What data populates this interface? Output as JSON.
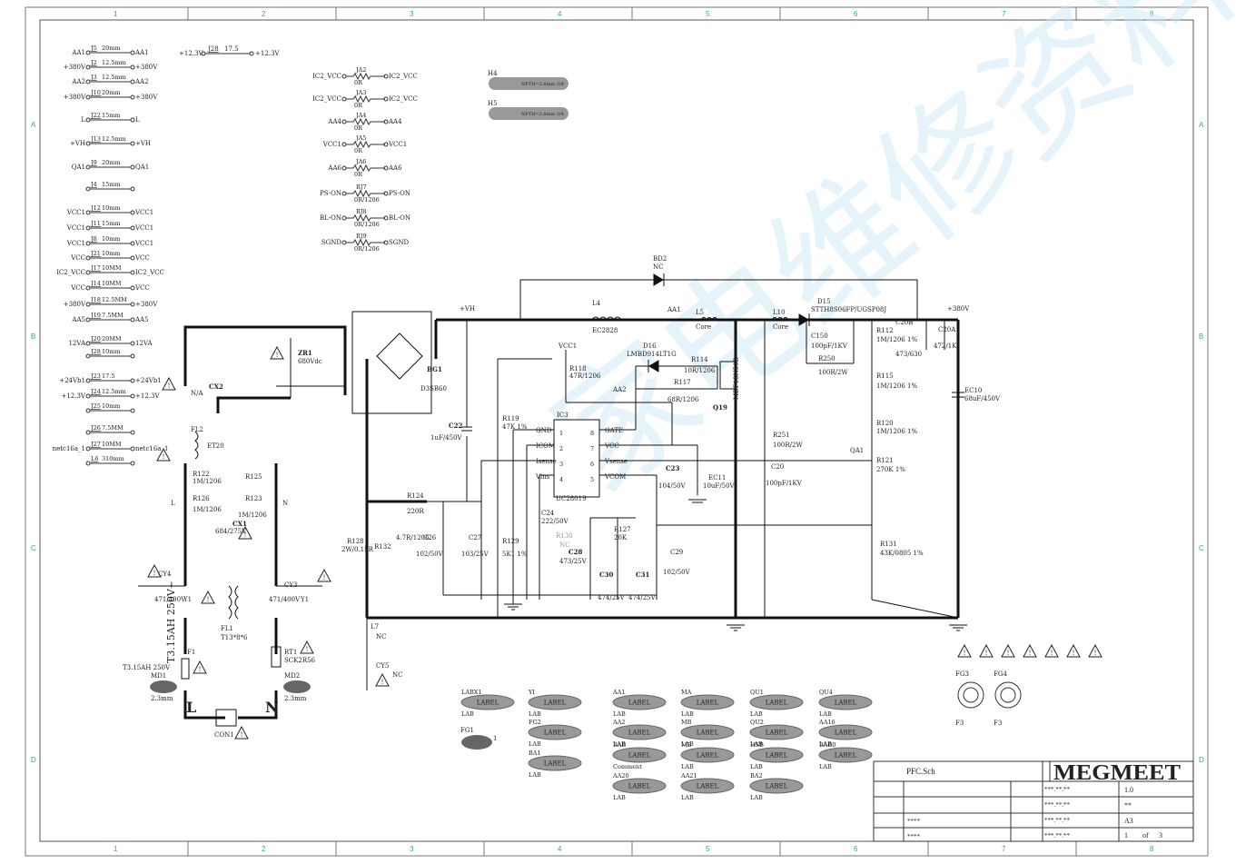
{
  "sheet": {
    "file_name": "PFC.Sch",
    "brand": "MEGMEET",
    "watermark": "家电维修资料网",
    "zone_cols": [
      "1",
      "2",
      "3",
      "4",
      "5",
      "6",
      "7",
      "8"
    ],
    "zone_rows": [
      "A",
      "B",
      "C",
      "D"
    ],
    "titleblock": {
      "rows": [
        {
          "left": "",
          "date": "***.**.**",
          "val": "1.0"
        },
        {
          "left": "",
          "date": "***.**.**",
          "val": "**"
        },
        {
          "left": "****",
          "date": "***.**.**",
          "val": "A3"
        },
        {
          "left": "****",
          "date": "***.**.**",
          "val": ""
        }
      ],
      "page_num": "1",
      "page_of": "of",
      "page_total": "3"
    }
  },
  "jumpers": [
    {
      "left": "AA1",
      "ref": "J5",
      "len": "20mm",
      "right": "AA1"
    },
    {
      "left": "+380V",
      "ref": "J2",
      "len": "12.5mm",
      "right": "+380V"
    },
    {
      "left": "AA2",
      "ref": "J3",
      "len": "12.5mm",
      "right": "AA2"
    },
    {
      "left": "+380V",
      "ref": "J10",
      "len": "20mm",
      "right": "+380V"
    },
    {
      "left": "L",
      "ref": "J22",
      "len": "15mm",
      "right": "L"
    },
    {
      "left": "+VH",
      "ref": "J13",
      "len": "12.5mm",
      "right": "+VH"
    },
    {
      "left": "QA1",
      "ref": "J9",
      "len": "20mm",
      "right": "QA1"
    },
    {
      "left": "",
      "ref": "J4",
      "len": "15mm",
      "right": ""
    },
    {
      "left": "VCC1",
      "ref": "J12",
      "len": "10mm",
      "right": "VCC1"
    },
    {
      "left": "VCC1",
      "ref": "J11",
      "len": "15mm",
      "right": "VCC1"
    },
    {
      "left": "VCC1",
      "ref": "J8",
      "len": "10mm",
      "right": "VCC1"
    },
    {
      "left": "VCC",
      "ref": "J21",
      "len": "10mm",
      "right": "VCC"
    },
    {
      "left": "IC2_VCC",
      "ref": "J17",
      "len": "10MM",
      "right": "IC2_VCC"
    },
    {
      "left": "VCC",
      "ref": "J14",
      "len": "10MM",
      "right": "VCC"
    },
    {
      "left": "+380V",
      "ref": "J18",
      "len": "12.5MM",
      "right": "+380V"
    },
    {
      "left": "AA5",
      "ref": "J19",
      "len": "7.5MM",
      "right": "AA5"
    },
    {
      "left": "12VA",
      "ref": "J20",
      "len": "20MM",
      "right": "12VA"
    },
    {
      "left": "",
      "ref": "J28",
      "len": "10mm",
      "right": ""
    },
    {
      "left": "+24Vb1",
      "ref": "J23",
      "len": "17.5",
      "right": "+24Vb1"
    },
    {
      "left": "+12.3V",
      "ref": "J24",
      "len": "12.5mm",
      "right": "+12.3V"
    },
    {
      "left": "",
      "ref": "J25",
      "len": "10mm",
      "right": ""
    },
    {
      "left": "",
      "ref": "J26",
      "len": "7.5MM",
      "right": ""
    },
    {
      "left": "netc16a_1",
      "ref": "J27",
      "len": "10MM",
      "right": "netc16a_1"
    },
    {
      "left": "",
      "ref": "L6",
      "len": "310mm",
      "right": ""
    }
  ],
  "j28": {
    "left": "+12.3V",
    "ref": "J28",
    "len": "17.5",
    "right": "+12.3V"
  },
  "zero_ohm": [
    {
      "left": "IC2_VCC",
      "ref": "JA2",
      "val": "0R",
      "right": "IC2_VCC"
    },
    {
      "left": "IC2_VCC",
      "ref": "JA3",
      "val": "0R",
      "right": "IC2_VCC"
    },
    {
      "left": "AA4",
      "ref": "JA4",
      "val": "0R",
      "right": "AA4"
    },
    {
      "left": "VCC1",
      "ref": "JA5",
      "val": "0R",
      "right": "VCC1"
    },
    {
      "left": "AA6",
      "ref": "JA6",
      "val": "0R",
      "right": "AA6"
    },
    {
      "left": "PS-ON",
      "ref": "RJ7",
      "val": "0R/1206",
      "right": "PS-ON"
    },
    {
      "left": "BL-ON",
      "ref": "RJ8",
      "val": "0R/1206",
      "right": "BL-ON"
    },
    {
      "left": "SGND",
      "ref": "RJ9",
      "val": "0R/1206",
      "right": "SGND"
    }
  ],
  "holes": [
    {
      "ref": "H4",
      "text": "NPTH=2.6mm 3/4"
    },
    {
      "ref": "H5",
      "text": "NPTH=2.6mm 3/4"
    }
  ],
  "labels_refdes": {
    "BD2": "BD2",
    "BD2v": "NC",
    "L4": "L4",
    "L4v": "EC2828",
    "L5": "L5",
    "L5v": "Core",
    "L10": "L10",
    "L10v": "Core",
    "D15": "D15",
    "D15v": "STTH8S06FP/UGSP08J",
    "D16": "D16",
    "D16v": "LMBD914LT1G",
    "AA1": "AA1",
    "VH": "+VH",
    "V380": "+380V",
    "VCC1": "VCC1",
    "AA2": "AA2",
    "QA1": "QA1",
    "BG1": "BG1",
    "BG1v": "D3SB60",
    "ZR1": "ZR1",
    "ZR1v": "680Vdc",
    "CX2": "CX2",
    "CX2v": "N/A",
    "FL2": "FL2",
    "FL2v": "ET20",
    "R122": "R122",
    "R122v": "1M/1206",
    "R125": "R125",
    "R126": "R126",
    "R126v": "1M/1206",
    "R123": "R123",
    "R123v": "1M/1206",
    "CX1": "CX1",
    "CX1v": "684/275V",
    "CY4": "CY4",
    "CY4v": "471/400V",
    "CY3": "CY3",
    "CY3v": "471/400V",
    "Y1a": "Y1",
    "Y1b": "Y1",
    "FL1": "FL1",
    "FL1v": "T13*8*6",
    "F1": "F1",
    "F1v": "T3.15AH 250V",
    "F1big": "T3.15AH 250V~",
    "RT1": "RT1",
    "RT1v": "SCK2R56",
    "MD1": "MD1",
    "MD2": "MD2",
    "MD1v": "2.3mm",
    "MD2v": "2.3mm",
    "CON1": "CON1",
    "Lmain": "L",
    "Nmain": "N",
    "Lnode": "L",
    "Nnode": "N",
    "C22": "C22",
    "C22v": "1uF/450V",
    "R128": "R128",
    "R128v": "2W/0.15R",
    "R132": "R132",
    "R132v": "4.7R/1206",
    "L7": "L7",
    "L7v": "NC",
    "CY5": "CY5",
    "CY5v": "NC",
    "R124": "R124",
    "R124v": "220R",
    "C26": "C26",
    "C26v": "102/50V",
    "C27": "C27",
    "C27v": "103/25V",
    "R129": "R129",
    "R129v": "5K1 1%",
    "R130": "R130",
    "R130v": "NC",
    "C24": "C24",
    "C24v": "222/50V",
    "C28": "C28",
    "C28v": "473/25V",
    "R127": "R127",
    "R127v": "20K",
    "C30": "C30",
    "C30v": "474/25V",
    "C31": "C31",
    "C31v": "474/25V",
    "C29": "C29",
    "C29v": "102/50V",
    "R119": "R119",
    "R119v": "47K 1%",
    "R118": "R118",
    "R118v": "47R/1206",
    "R114": "R114",
    "R114v": "10R/1206",
    "R117": "R117",
    "R117v": "68R/1206",
    "Q19": "Q19",
    "Q19v": "MDF13N50B",
    "IC3": "IC3",
    "IC3v": "UC28019",
    "C23": "C23",
    "C23v": "104/50V",
    "EC11": "EC11",
    "EC11v": "10uF/50V",
    "R251": "R251",
    "R251v": "100R/2W",
    "C20": "C20",
    "C20v": "100pF/1KV",
    "C150": "C150",
    "C150v": "100pF/1KV",
    "R250": "R250",
    "R250v": "100R/2W",
    "C20B": "C20B",
    "C20Bv": "473/630",
    "C20A": "C20A",
    "C20Av": "472/1K",
    "R112": "R112",
    "R112v": "1M/1206 1%",
    "R115": "R115",
    "R115v": "1M/1206 1%",
    "R120": "R120",
    "R120v": "1M/1206 1%",
    "R121": "R121",
    "R121v": "270K 1%",
    "R131": "R131",
    "R131v": "43K/0805 1%",
    "EC10": "EC10",
    "EC10v": "68uF/450V",
    "FG3": "FG3",
    "FG4": "FG4",
    "F3a": "F3",
    "F3b": "F3",
    "FG1": "FG1"
  },
  "ic_pins": [
    {
      "n": "1",
      "name": "GND"
    },
    {
      "n": "2",
      "name": "ICOM"
    },
    {
      "n": "3",
      "name": "Isense"
    },
    {
      "n": "4",
      "name": "Vins"
    },
    {
      "n": "8",
      "name": "GATE"
    },
    {
      "n": "7",
      "name": "VCC"
    },
    {
      "n": "6",
      "name": "Vsense"
    },
    {
      "n": "5",
      "name": "VCOM"
    }
  ],
  "label_pads": [
    {
      "top": "LABX1",
      "label": "LABEL",
      "bottom": "LAB"
    },
    {
      "top": "YI",
      "label": "LABEL",
      "bottom": "LAB"
    },
    {
      "top": "FG2",
      "label": "LABEL",
      "bottom": "LAB"
    },
    {
      "top": "BA1",
      "label": "LABEL",
      "bottom": "LAB"
    },
    {
      "top": "AA1",
      "label": "LABEL",
      "bottom": "LAB"
    },
    {
      "top": "AA2",
      "label": "LABEL",
      "bottom": "LAB"
    },
    {
      "top": "BAB",
      "label": "LABEL",
      "bottom": "Comment"
    },
    {
      "top": "AA20",
      "label": "LABEL",
      "bottom": "LAB"
    },
    {
      "top": "MA",
      "label": "LABEL",
      "bottom": "LAB"
    },
    {
      "top": "MB",
      "label": "LABEL",
      "bottom": "LAB"
    },
    {
      "top": "MB",
      "label": "LABEL",
      "bottom": "LAB"
    },
    {
      "top": "AA21",
      "label": "LABEL",
      "bottom": "LAB"
    },
    {
      "top": "QU1",
      "label": "LABEL",
      "bottom": "LAB"
    },
    {
      "top": "QU2",
      "label": "LABEL",
      "bottom": "LAB"
    },
    {
      "top": "HSB",
      "label": "LABEL",
      "bottom": "LAB"
    },
    {
      "top": "BA2",
      "label": "LABEL",
      "bottom": "LAB"
    },
    {
      "top": "QU4",
      "label": "LABEL",
      "bottom": "LAB"
    },
    {
      "top": "AA16",
      "label": "LABEL",
      "bottom": "LAB"
    },
    {
      "top": "BAB0",
      "label": "LABEL",
      "bottom": "LAB"
    }
  ],
  "fg1_pad": {
    "label": "1"
  }
}
